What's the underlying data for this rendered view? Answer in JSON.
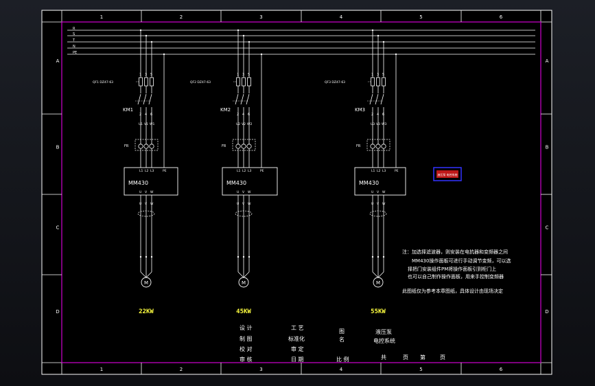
{
  "border": {
    "column_labels": [
      "1",
      "2",
      "3",
      "4",
      "5",
      "6"
    ],
    "row_labels": [
      "A",
      "B",
      "C",
      "D"
    ]
  },
  "bus_labels": [
    "R",
    "S",
    "T",
    "N",
    "PE"
  ],
  "branches": [
    {
      "breaker_label": "QF1 DZ47-63",
      "terminal_numbers": [
        "1",
        "3",
        "5"
      ],
      "contactor": "KM1",
      "contactor_out_numbers": [
        "2",
        "4",
        "6"
      ],
      "lower_numbers": [
        "U1",
        "V1",
        "W1"
      ],
      "relay_label": "FR",
      "drive_inputs": [
        "L1",
        "L2",
        "L3",
        "PE"
      ],
      "drive": "MM430",
      "drive_outputs": [
        "U",
        "V",
        "W"
      ],
      "cable_labels": [
        "U",
        "V",
        "W"
      ],
      "motor_label": "M",
      "power": "22KW"
    },
    {
      "breaker_label": "QF2 DZ47-63",
      "terminal_numbers": [
        "1",
        "3",
        "5"
      ],
      "contactor": "KM2",
      "contactor_out_numbers": [
        "2",
        "4",
        "6"
      ],
      "lower_numbers": [
        "U2",
        "V2",
        "W2"
      ],
      "relay_label": "FR",
      "drive_inputs": [
        "L1",
        "L2",
        "L3",
        "PE"
      ],
      "drive": "MM430",
      "drive_outputs": [
        "U",
        "V",
        "W"
      ],
      "cable_labels": [
        "U",
        "V",
        "W"
      ],
      "motor_label": "M",
      "power": "45KW"
    },
    {
      "breaker_label": "QF3 DZ47-63",
      "terminal_numbers": [
        "1",
        "3",
        "5"
      ],
      "contactor": "KM3",
      "contactor_out_numbers": [
        "2",
        "4",
        "6"
      ],
      "lower_numbers": [
        "U3",
        "V3",
        "W3"
      ],
      "relay_label": "FR",
      "drive_inputs": [
        "L1",
        "L2",
        "L3",
        "PE"
      ],
      "drive": "MM430",
      "drive_outputs": [
        "U",
        "V",
        "W"
      ],
      "cable_labels": [
        "U",
        "V",
        "W"
      ],
      "motor_label": "M",
      "power": "55KW"
    }
  ],
  "stamp_text": "液压泵 电控系统",
  "notes": [
    "注：加选择滤波器，则安装在电抗器和变频器之间",
    "MM430操作面板可进行手动调节变频，可以选",
    "择把门安装组件PM将操作面板引到柜门上",
    "也可以自己制作操作面板，用来手控制变频器",
    "此图纸仅为参考本章图纸，具体设计由现场决定"
  ],
  "title_block": {
    "col1": [
      "设 计",
      "制 图",
      "校 对",
      "审 核"
    ],
    "col2": [
      "工 艺",
      "标准化",
      "审 定",
      "日 期"
    ],
    "drawing_name_label": [
      "图",
      "名"
    ],
    "drawing_name": [
      "液压泵",
      "电控系统"
    ],
    "scale_label": "比 例",
    "total_label": "共",
    "page_label": "页",
    "sheet_label": "第",
    "sheet_page_label": "页"
  },
  "colors": {
    "background": "#000000",
    "frame": "#ffffff",
    "inner_border": "#d100d1",
    "wire": "#ffffff",
    "text": "#ffffff",
    "power_text": "#ffff40",
    "stamp": "#3333ff",
    "stamp_fill": "#ff2020"
  }
}
